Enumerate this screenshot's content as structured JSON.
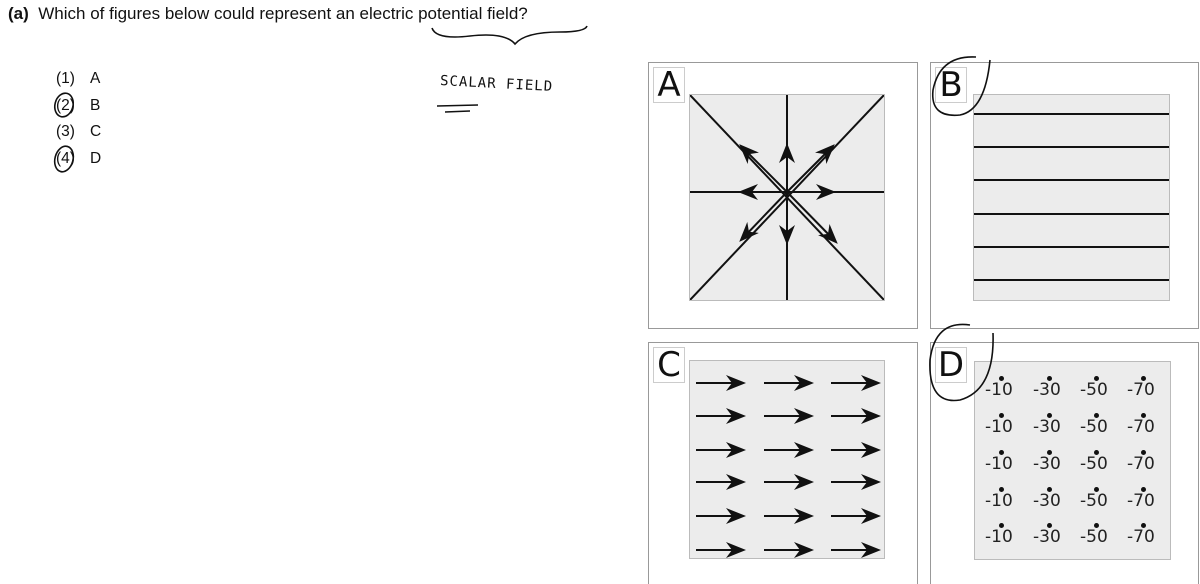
{
  "question": {
    "label": "(a)",
    "text": "Which of figures below could represent an electric potential field?"
  },
  "options": [
    {
      "number": "(1)",
      "letter": "A",
      "circled": false
    },
    {
      "number": "(2)",
      "letter": "B",
      "circled": true
    },
    {
      "number": "(3)",
      "letter": "C",
      "circled": false
    },
    {
      "number": "(4)",
      "letter": "D",
      "circled": true
    }
  ],
  "annotation": {
    "text": "SCALAR FIELD"
  },
  "figures": {
    "A": {
      "label": "A"
    },
    "B": {
      "label": "B"
    },
    "C": {
      "label": "C"
    },
    "D": {
      "label": "D",
      "values": [
        [
          "-10",
          "-30",
          "-50",
          "-70"
        ],
        [
          "-10",
          "-30",
          "-50",
          "-70"
        ],
        [
          "-10",
          "-30",
          "-50",
          "-70"
        ],
        [
          "-10",
          "-30",
          "-50",
          "-70"
        ],
        [
          "-10",
          "-30",
          "-50",
          "-70"
        ]
      ]
    }
  }
}
